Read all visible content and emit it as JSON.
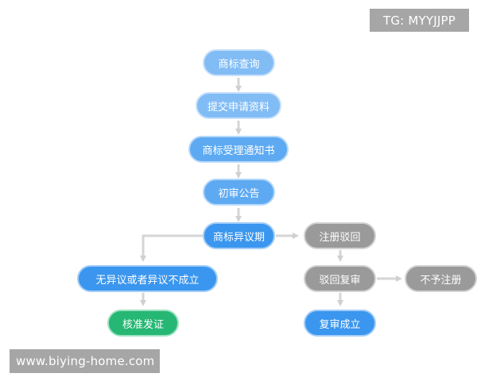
{
  "watermark_top": "TG: MYYJJPP",
  "watermark_bottom": "www.biying-home.com",
  "colors": {
    "light_blue": "#82bcf5",
    "mid_blue": "#5eaaf2",
    "blue": "#3a96ee",
    "gray": "#9a9a9a",
    "green": "#26b774",
    "connector": "#d5d5d5"
  },
  "nodes": {
    "search": "商标查询",
    "submit": "提交申请资料",
    "acceptance": "商标受理通知书",
    "announcement": "初审公告",
    "opposition": "商标异议期",
    "no_opposition": "无异议或者异议不成立",
    "approved": "核准发证",
    "rejected": "注册驳回",
    "review": "驳回复审",
    "denied": "不予注册",
    "review_success": "复审成立"
  }
}
